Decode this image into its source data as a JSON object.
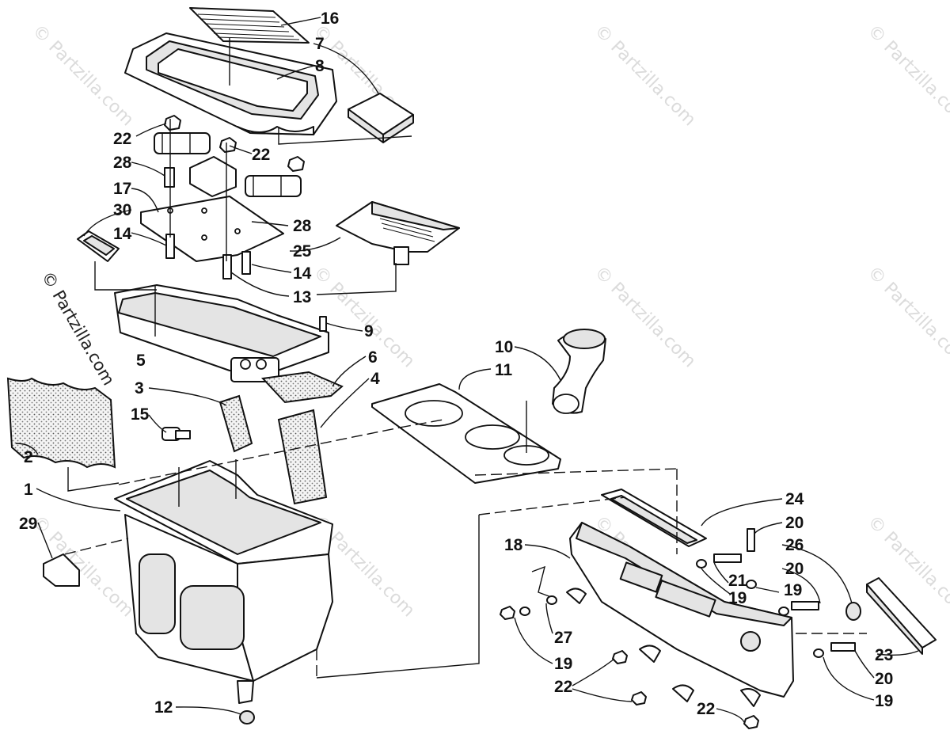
{
  "watermark": "© Partzilla.com",
  "callouts": {
    "c1": "1",
    "c2": "2",
    "c3": "3",
    "c4": "4",
    "c5": "5",
    "c6": "6",
    "c7": "7",
    "c8": "8",
    "c9": "9",
    "c10": "10",
    "c11": "11",
    "c12": "12",
    "c13": "13",
    "c14a": "14",
    "c14b": "14",
    "c15": "15",
    "c16": "16",
    "c17": "17",
    "c18": "18",
    "c19a": "19",
    "c19b": "19",
    "c19c": "19",
    "c19d": "19",
    "c20a": "20",
    "c20b": "20",
    "c20c": "20",
    "c21": "21",
    "c22a": "22",
    "c22b": "22",
    "c22c": "22",
    "c22d": "22",
    "c23": "23",
    "c24": "24",
    "c25": "25",
    "c26": "26",
    "c27": "27",
    "c28a": "28",
    "c28b": "28",
    "c29": "29",
    "c30": "30"
  }
}
